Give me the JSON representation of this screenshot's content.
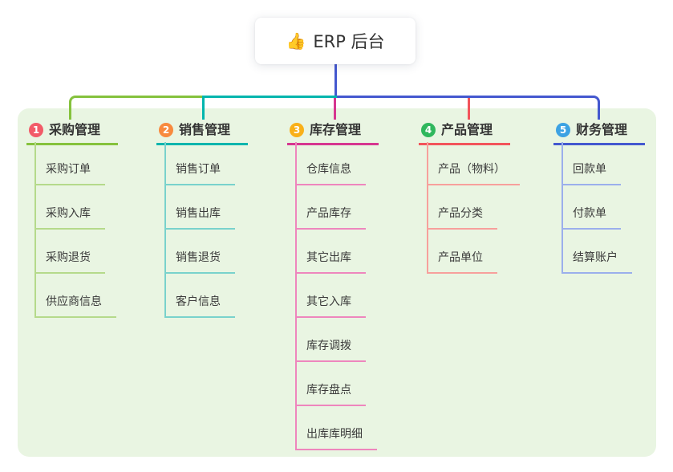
{
  "root": {
    "icon": "👍",
    "label": "ERP 后台"
  },
  "colors": {
    "page_background": "#ffffff",
    "panel_background": "#e9f5e2",
    "stem_blue": "#4458cf",
    "root_card_background": "#ffffff",
    "title_text": "#333333",
    "child_text": "#3b3b3b"
  },
  "branches": [
    {
      "number": "1",
      "label": "采购管理",
      "badge_color": "#f25b68",
      "line_color": "#85c23d",
      "child_line_color": "#b5da8b",
      "children": [
        "采购订单",
        "采购入库",
        "采购退货",
        "供应商信息"
      ]
    },
    {
      "number": "2",
      "label": "销售管理",
      "badge_color": "#f88a3e",
      "line_color": "#00b5ad",
      "child_line_color": "#79d2cc",
      "children": [
        "销售订单",
        "销售出库",
        "销售退货",
        "客户信息"
      ]
    },
    {
      "number": "3",
      "label": "库存管理",
      "badge_color": "#f9b018",
      "line_color": "#d63690",
      "child_line_color": "#ee86bd",
      "children": [
        "仓库信息",
        "产品库存",
        "其它出库",
        "其它入库",
        "库存调拨",
        "库存盘点",
        "出库库明细"
      ]
    },
    {
      "number": "4",
      "label": "产品管理",
      "badge_color": "#2fb75d",
      "line_color": "#f2545b",
      "child_line_color": "#f7a09c",
      "children": [
        "产品（物料）",
        "产品分类",
        "产品单位"
      ]
    },
    {
      "number": "5",
      "label": "财务管理",
      "badge_color": "#3da2e3",
      "line_color": "#4458cf",
      "child_line_color": "#9bafec",
      "children": [
        "回款单",
        "付款单",
        "结算账户"
      ]
    }
  ]
}
